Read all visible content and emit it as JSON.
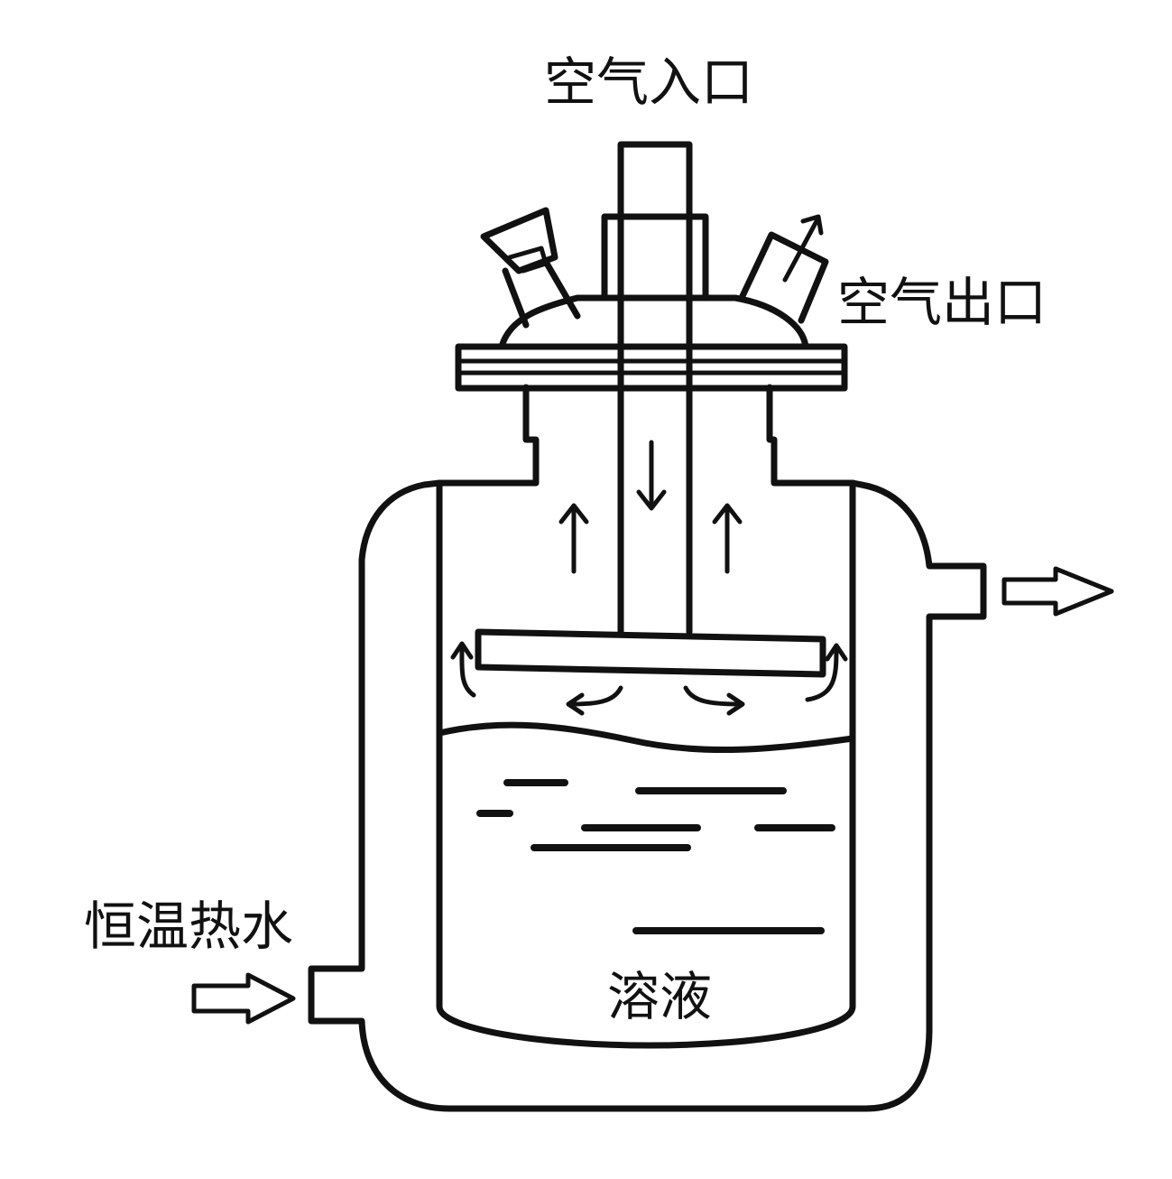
{
  "labels": {
    "air_inlet": "空气入口",
    "air_outlet": "空气出口",
    "hot_water": "恒温热水",
    "solution": "溶液"
  },
  "colors": {
    "line": "#111111",
    "background": "#ffffff"
  }
}
